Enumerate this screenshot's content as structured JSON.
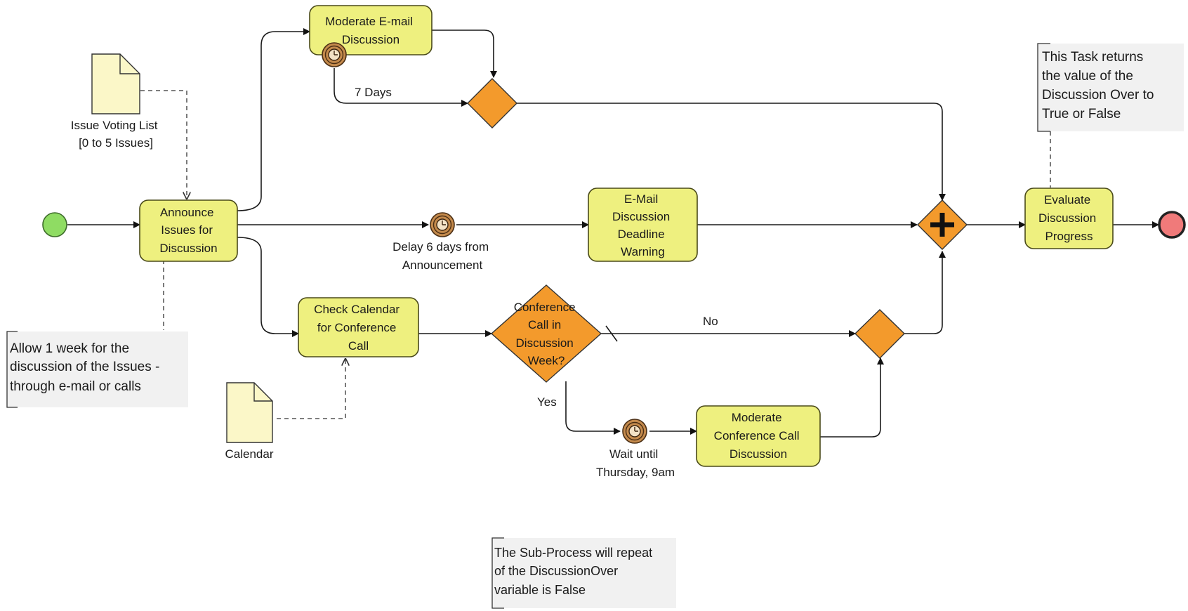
{
  "tasks": {
    "announce": [
      "Announce",
      "Issues for",
      "Discussion"
    ],
    "moderate_email": [
      "Moderate E-mail",
      "Discussion"
    ],
    "deadline_warning": [
      "E-Mail",
      "Discussion",
      "Deadline",
      "Warning"
    ],
    "check_calendar": [
      "Check Calendar",
      "for Conference",
      "Call"
    ],
    "moderate_call": [
      "Moderate",
      "Conference Call",
      "Discussion"
    ],
    "evaluate": [
      "Evaluate",
      "Discussion",
      "Progress"
    ]
  },
  "gateways": {
    "conference_week": [
      "Conference",
      "Call in",
      "Discussion",
      "Week?"
    ]
  },
  "flow_labels": {
    "seven_days": "7 Days",
    "no": "No",
    "yes": "Yes"
  },
  "events": {
    "delay_six_days": [
      "Delay 6 days from",
      "Announcement"
    ],
    "wait_thursday": [
      "Wait until",
      "Thursday, 9am"
    ]
  },
  "documents": {
    "issue_voting_list": [
      "Issue Voting List",
      "[0 to 5 Issues]"
    ],
    "calendar": [
      "Calendar"
    ]
  },
  "annotations": {
    "allow_week": [
      "Allow 1 week for the",
      "discussion of the Issues -",
      "through e-mail or calls"
    ],
    "task_returns": [
      "This Task returns",
      "the value of the",
      "Discussion Over to",
      "True or False"
    ],
    "subprocess_repeat": [
      "The Sub-Process will repeat",
      "of the DiscussionOver",
      "variable is False"
    ]
  },
  "colors": {
    "task_fill": "#eef07f",
    "gateway_fill": "#f39a2c",
    "start_event": "#8fdc63",
    "end_event": "#f07a7a",
    "document_fill": "#fbf7c8",
    "annotation_fill": "#f1f1f1"
  }
}
